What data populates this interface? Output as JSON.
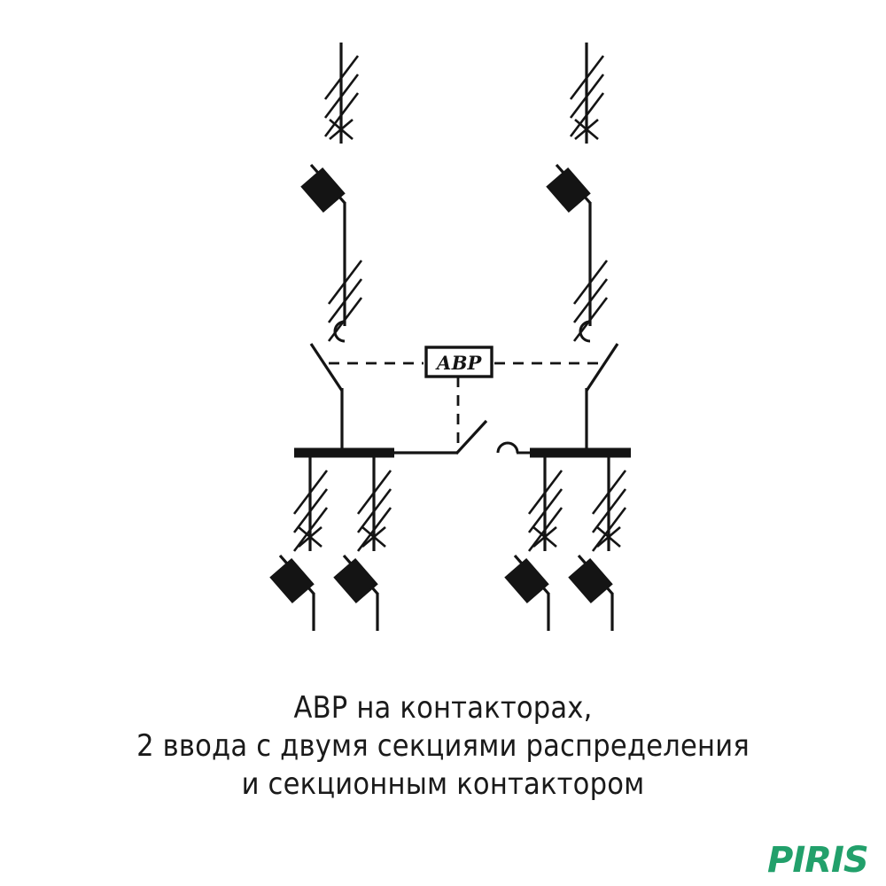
{
  "diagram": {
    "type": "single-line electrical schematic",
    "relay_box_label": "АВР",
    "caption_lines": [
      "АВР на контакторах,",
      "2 ввода с двумя секциями распределения",
      "и секционным контактором"
    ],
    "colors": {
      "line": "#141414",
      "background": "#ffffff",
      "logo": "#22a06b"
    },
    "components": {
      "incomers": 2,
      "sections": 2,
      "outgoing_feeders_per_section": 2,
      "bus_tie": "sectional contactor"
    }
  },
  "logo": {
    "text": "PIRIS"
  }
}
